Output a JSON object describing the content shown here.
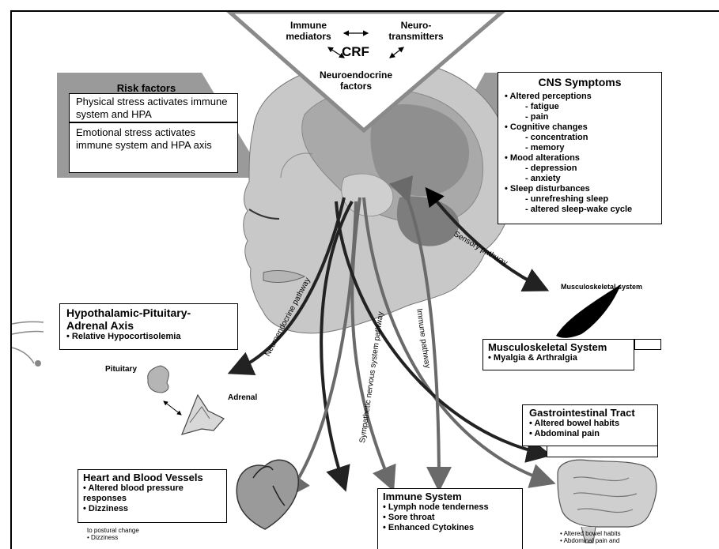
{
  "triangle": {
    "immune_mediators": [
      "Immune",
      "mediators"
    ],
    "neurotransmitters": [
      "Neuro-",
      "transmitters"
    ],
    "crf": "CRF",
    "neuroendocrine": [
      "Neuroendocrine",
      "factors"
    ]
  },
  "risk_factors": {
    "title": "Risk factors",
    "physical": "Physical stress activates immune system and HPA",
    "emotional": "Emotional stress activates immune system and HPA axis"
  },
  "cns": {
    "title": "CNS Symptoms",
    "groups": [
      {
        "label": "Altered perceptions",
        "subs": [
          "fatigue",
          "pain"
        ]
      },
      {
        "label": "Cognitive changes",
        "subs": [
          "concentration",
          "memory"
        ]
      },
      {
        "label": "Mood alterations",
        "subs": [
          "depression",
          "anxiety"
        ]
      },
      {
        "label": "Sleep disturbances",
        "subs": [
          "unrefreshing sleep",
          "altered sleep-wake cycle"
        ]
      }
    ]
  },
  "pathways": {
    "sensory": "Sensory pathway",
    "neuroendocrine": "Neuroendocrine pathway",
    "sympathetic": "Sympathetic  nervous system pathway",
    "immune": "Immune pathway"
  },
  "musculoskeletal": {
    "image_label": "Musculoskeletal system",
    "title": "Musculoskeletal System",
    "item": "Myalgia & Arthralgia"
  },
  "hpa": {
    "title_line1": "Hypothalamic-Pituitary-",
    "title_line2": "Adrenal Axis",
    "item": "Relative Hypocortisolemia",
    "pituitary": "Pituitary",
    "adrenal": "Adrenal"
  },
  "gi": {
    "title": "Gastrointestinal Tract",
    "items": [
      "Altered bowel habits",
      "Abdominal pain"
    ],
    "under_image": [
      "• Altered bowel habits",
      "• Abdominal pain and"
    ]
  },
  "heart": {
    "title": "Heart and Blood Vessels",
    "items": [
      "Altered blood pressure responses",
      "Dizziness"
    ],
    "under": [
      "to postural change",
      "• Dizziness"
    ]
  },
  "immune": {
    "title": "Immune System",
    "items": [
      "Lymph node tenderness",
      "Sore throat",
      "Enhanced Cytokines"
    ]
  },
  "colors": {
    "dark_arrow": "#222222",
    "grey_arrow": "#666666",
    "head_fill": "#c8c8c8",
    "triangle_border": "#8a8a8a"
  }
}
